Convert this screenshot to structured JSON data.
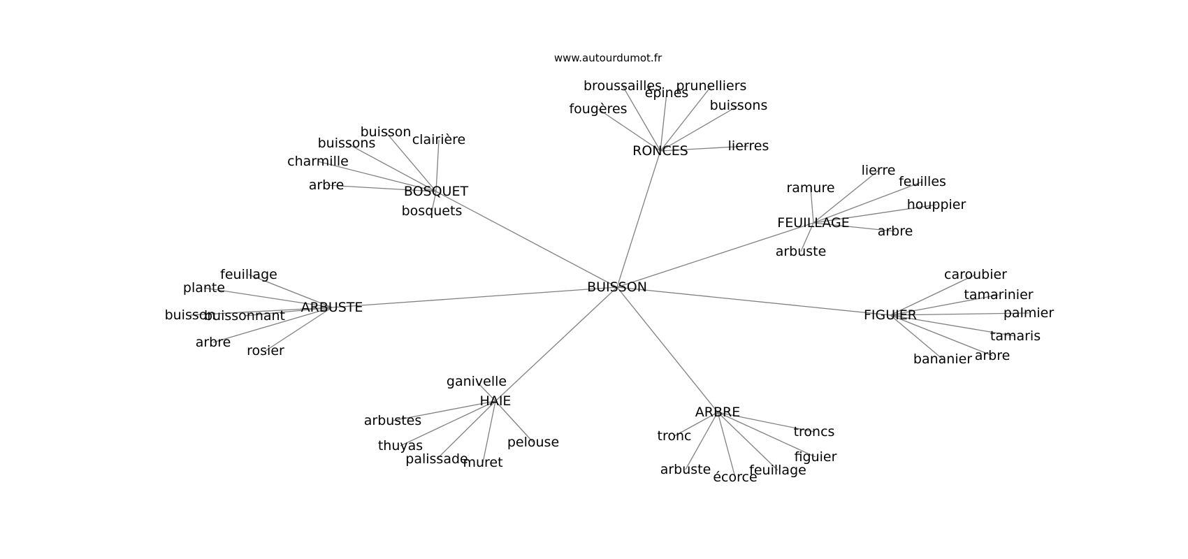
{
  "credit": "www.autourdumot.fr",
  "graph": {
    "center": "BUISSON",
    "clusters": [
      {
        "hub": "RONCES",
        "leaves": [
          "broussailles",
          "épines",
          "prunelliers",
          "fougères",
          "buissons",
          "lierres"
        ]
      },
      {
        "hub": "BOSQUET",
        "leaves": [
          "buisson",
          "clairière",
          "buissons",
          "charmille",
          "arbre",
          "bosquets"
        ]
      },
      {
        "hub": "FEUILLAGE",
        "leaves": [
          "lierre",
          "ramure",
          "feuilles",
          "houppier",
          "arbre",
          "arbuste"
        ]
      },
      {
        "hub": "ARBUSTE",
        "leaves": [
          "feuillage",
          "plante",
          "buisson",
          "buissonnant",
          "arbre",
          "rosier"
        ]
      },
      {
        "hub": "FIGUIER",
        "leaves": [
          "caroubier",
          "tamarinier",
          "palmier",
          "tamaris",
          "arbre",
          "bananier"
        ]
      },
      {
        "hub": "HAIE",
        "leaves": [
          "ganivelle",
          "arbustes",
          "pelouse",
          "thuyas",
          "palissade",
          "muret"
        ]
      },
      {
        "hub": "ARBRE",
        "leaves": [
          "tronc",
          "troncs",
          "figuier",
          "arbuste",
          "feuillage",
          "écorce"
        ]
      }
    ]
  }
}
